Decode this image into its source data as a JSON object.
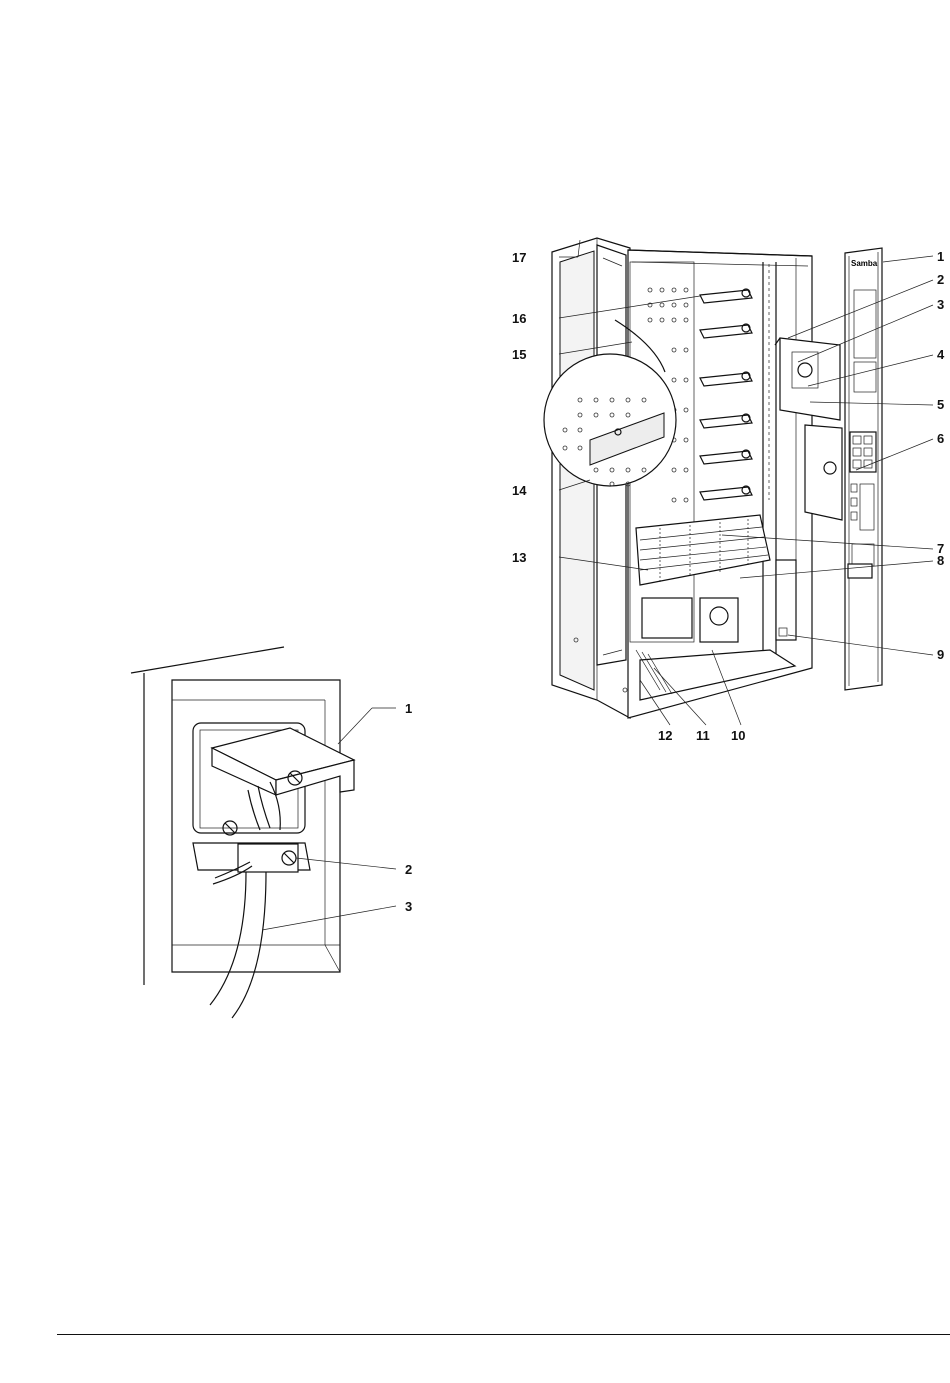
{
  "vending_machine_figure": {
    "brand_label": "Samba",
    "callouts_right": [
      "1",
      "2",
      "3",
      "4",
      "5",
      "6",
      "7",
      "8",
      "9"
    ],
    "callouts_left": [
      "17",
      "16",
      "15",
      "14",
      "13"
    ],
    "callouts_bottom": [
      "12",
      "11",
      "10"
    ]
  },
  "socket_figure": {
    "callouts": [
      "1",
      "2",
      "3"
    ]
  }
}
